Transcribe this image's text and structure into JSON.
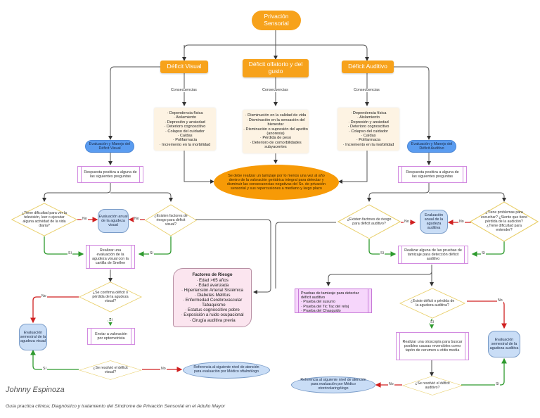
{
  "title": "Privación Sensorial",
  "branches": {
    "visual": "Déficit Visual",
    "olfatorio": "Déficit olfatorio y del gusto",
    "auditivo": "Déficit Auditivo"
  },
  "consequences_label": "Consecuencias",
  "consequences": {
    "visual": "· Dependencia física\n· Aislamiento\n· Depresión y ansiedad\n· Deterioro cognoscitivo\n· Colapso del cuidador\n· Caídas\n· Polifarmacia\n· Incremento en la morbilidad",
    "olfatorio": "· Disminución en la calidad de vida\n· Disminución en la sensación del bienestar\n· Disminución o supresión del apetito (anorexia)\n· Pérdida de peso\n· Deterioro de comorbilidades subyacentes",
    "auditivo": "· Dependencia física\n· Aislamiento\n· Depresión y ansiedad\n· Deterioro cognoscitivo\n· Colapso del cuidador\n· Caídas\n· Polifarmacia\n· Incremento en la morbilidad"
  },
  "screening_note": "Se debe realizar un tamizaje por lo menos una vez al año dentro de la valoración geriátrica integral para detectar y disminuir las consecuencias negativas del Sx. de privación sensorial y sus repercusiones a mediano y largo plazo",
  "visual_flow": {
    "manage": "Evaluación y Manejo del Déficit Visual",
    "positive": "Respuesta positiva a alguna de las siguientes preguntas",
    "q_difficulty": "¿Tiene dificultad para ver la televisión, leer o ejecutar alguna actividad de la vida diaria?",
    "annual": "Evaluación anual de la agudeza visual",
    "q_risk": "¿Existen factores de riesgo para déficit visual?",
    "snellen": "Realizar una evaluación de la agudeza visual con la cartilla de Snellen",
    "q_confirm": "¿Se confirma déficit o pérdida de la agudeza visual?",
    "biannual": "Evaluación semestral de la agudeza visual",
    "optometrist": "Enviar a valoración por optometrista",
    "q_resolved": "¿Se resolvió el déficit visual?",
    "referral": "Referencia al siguiente nivel de atención para evaluación por Médico oftalmólogo"
  },
  "risk_factors": {
    "title": "Factores de Riesgo",
    "items": "· Edad >65 años\n· Edad avanzada\n· Hipertensión Arterial Sistémica\n· Diabetes Mellitus\n· Enfermedad Cerebrovascular\n· Tabaquismo\n· Estatus cognoscitivo pobre\n· Exposición a ruido ocupacional\n· Cirugía auditiva previa"
  },
  "auditory_flow": {
    "manage": "Evaluación y Manejo del Déficit Auditivo",
    "positive": "Respuesta positiva a alguna de las siguientes preguntas",
    "q_risk": "¿Existen factores de riesgo para déficit auditivo?",
    "annual": "Evaluación anual de la agudeza auditiva",
    "q_problems": "¿Tiene problemas para escuchar? ¿Siente que tiene pérdida de la audición? ¿Tiene dificultad para entender?",
    "screening": "Realizar alguna de las pruebas de tamizaje para detección déficit auditivo",
    "tests": "Pruebas de tamizaje para detectar déficit auditivo\n· Prueba del susurro\n· Prueba del Tic Tac del reloj\n· Prueba del Chasquido",
    "q_exists": "¿Existe déficit o pérdida de la agudeza auditiva?",
    "otoscopy": "Realizar una otoscopía para buscar posibles causas reversibles como tapón de cerumen u otitis media",
    "biannual": "Evaluación semestral de la agudeza auditiva",
    "q_resolved": "¿Se resolvió el déficit auditivo?",
    "referral": "Referencia al siguiente nivel de atención para evaluación por Médico otorrinolaringólogo"
  },
  "edge_labels": {
    "yes": "Sí",
    "no": "No"
  },
  "author": "Johnny Espinoza",
  "guide": "Guía practica clínica; Diagnóstico y tratamiento del Síndrome de Privación Sensorial en el Adulto Mayor",
  "colors": {
    "orange": "#f7a21b",
    "blue": "#5a9cf0",
    "light_blue": "#c9ddf6",
    "purple": "#d28ae0",
    "yes_green": "#2e9a2e",
    "no_red": "#d02020",
    "diamond_border": "#e9cf6a"
  }
}
